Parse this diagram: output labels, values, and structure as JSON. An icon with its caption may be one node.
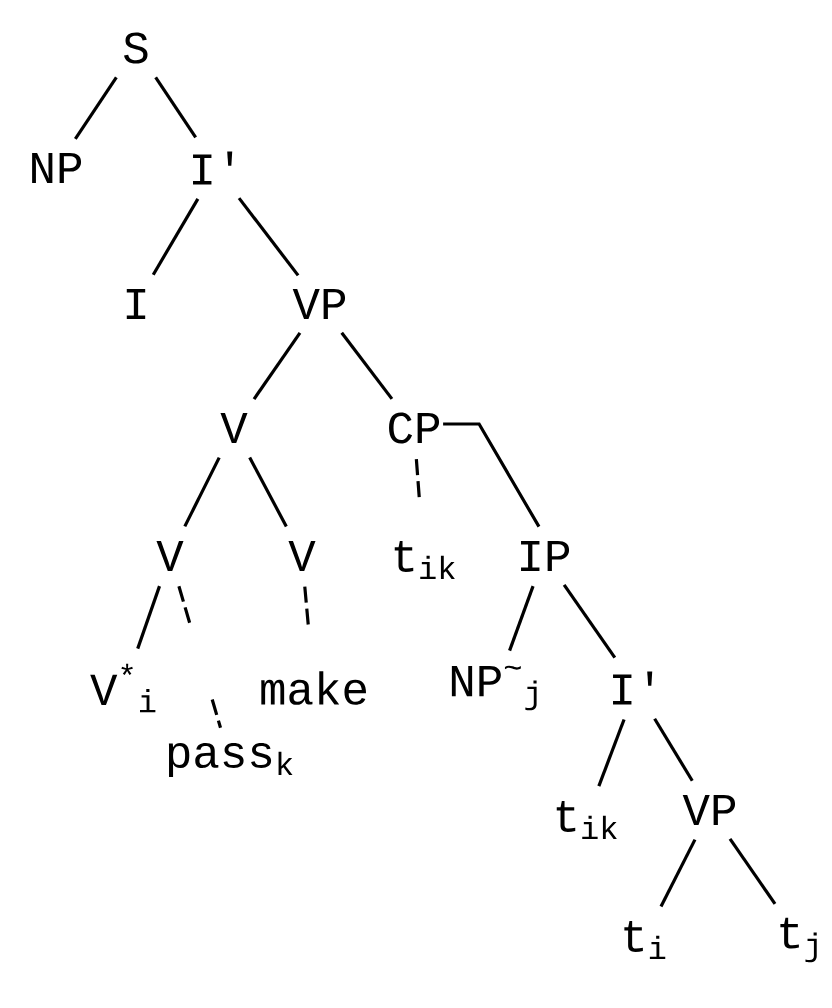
{
  "diagram": {
    "nodes": [
      {
        "text": [
          "S"
        ]
      },
      {
        "text": [
          "NP"
        ]
      },
      {
        "text": [
          "I'"
        ]
      },
      {
        "text": [
          "I"
        ]
      },
      {
        "text": [
          "VP"
        ]
      },
      {
        "text": [
          "V"
        ]
      },
      {
        "text": [
          "CP"
        ]
      },
      {
        "text": [
          "V"
        ]
      },
      {
        "text": [
          "V"
        ]
      },
      {
        "text": [
          "t$_{ik}$"
        ]
      },
      {
        "text": [
          "IP"
        ]
      },
      {
        "text": [
          "V$^{*}$$_{i}$"
        ]
      },
      {
        "text": [
          "make"
        ]
      },
      {
        "text": [
          "pass$_{k}$"
        ]
      },
      {
        "text": [
          "NP$^{~}$$_{j}$"
        ]
      },
      {
        "text": [
          "I'"
        ]
      },
      {
        "text": [
          "t$_{ik}$"
        ]
      },
      {
        "text": [
          "VP"
        ]
      },
      {
        "text": [
          "t$_{i}$"
        ]
      },
      {
        "text": [
          "t$_{j}$"
        ]
      }
    ],
    "edges": [
      {
        "from": 0,
        "to": 1,
        "arrow": "none"
      },
      {
        "from": 0,
        "to": 2,
        "arrow": "none"
      },
      {
        "from": 2,
        "to": 3,
        "arrow": "none"
      },
      {
        "from": 2,
        "to": 4,
        "arrow": "none"
      },
      {
        "from": 4,
        "to": 5,
        "arrow": "none"
      },
      {
        "from": 4,
        "to": 6,
        "arrow": "none"
      },
      {
        "from": 5,
        "to": 7,
        "arrow": "none"
      },
      {
        "from": 5,
        "to": 8,
        "arrow": "none"
      },
      {
        "from": 6,
        "to": 9,
        "arrow": "none",
        "style": "dashed"
      },
      {
        "from": 6,
        "to": 10,
        "arrow": "none"
      },
      {
        "from": 7,
        "to": 11,
        "arrow": "none"
      },
      {
        "from": 7,
        "to": 13,
        "arrow": "none",
        "style": "dashed"
      },
      {
        "from": 8,
        "to": 12,
        "arrow": "none",
        "style": "dashed"
      },
      {
        "from": 10,
        "to": 14,
        "arrow": "none"
      },
      {
        "from": 10,
        "to": 15,
        "arrow": "none"
      },
      {
        "from": 15,
        "to": 16,
        "arrow": "none"
      },
      {
        "from": 15,
        "to": 17,
        "arrow": "none"
      },
      {
        "from": 17,
        "to": 18,
        "arrow": "none"
      },
      {
        "from": 17,
        "to": 19,
        "arrow": "none"
      }
    ]
  }
}
